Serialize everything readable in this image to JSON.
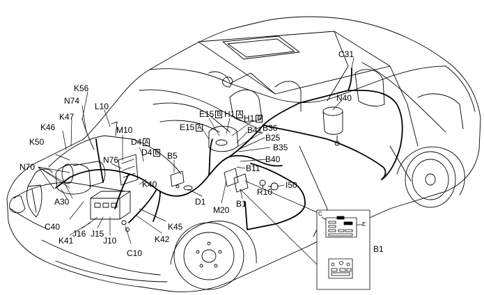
{
  "diagram": {
    "labels": [
      {
        "id": "c31",
        "text": "C31"
      },
      {
        "id": "n40",
        "text": "N40"
      },
      {
        "id": "k56",
        "text": "K56"
      },
      {
        "id": "n74",
        "text": "N74"
      },
      {
        "id": "l10",
        "text": "L10"
      },
      {
        "id": "k47",
        "text": "K47"
      },
      {
        "id": "k46",
        "text": "K46"
      },
      {
        "id": "m10",
        "text": "M10"
      },
      {
        "id": "e15b",
        "text": "E15",
        "box": "B"
      },
      {
        "id": "h1a",
        "text": "H1",
        "box": "A"
      },
      {
        "id": "h1b",
        "text": "H1",
        "box": "B"
      },
      {
        "id": "e15a",
        "text": "E15",
        "box": "A"
      },
      {
        "id": "b41",
        "text": "B41"
      },
      {
        "id": "b36",
        "text": "B36"
      },
      {
        "id": "b25",
        "text": "B25"
      },
      {
        "id": "b35",
        "text": "B35"
      },
      {
        "id": "k50",
        "text": "K50"
      },
      {
        "id": "d4a",
        "text": "D4",
        "box": "A"
      },
      {
        "id": "d4b",
        "text": "D4",
        "box": "B"
      },
      {
        "id": "b5",
        "text": "B5"
      },
      {
        "id": "n70",
        "text": "N70"
      },
      {
        "id": "n76",
        "text": "N76"
      },
      {
        "id": "b40",
        "text": "B40"
      },
      {
        "id": "b11",
        "text": "B11"
      },
      {
        "id": "k40",
        "text": "K40"
      },
      {
        "id": "r10",
        "text": "R10"
      },
      {
        "id": "i50",
        "text": "I50"
      },
      {
        "id": "a30",
        "text": "A30"
      },
      {
        "id": "d1",
        "text": "D1"
      },
      {
        "id": "m20",
        "text": "M20"
      },
      {
        "id": "b1",
        "text": "B1"
      },
      {
        "id": "c40",
        "text": "C40"
      },
      {
        "id": "k45",
        "text": "K45"
      },
      {
        "id": "j16",
        "text": "J16"
      },
      {
        "id": "j15",
        "text": "J15"
      },
      {
        "id": "k41",
        "text": "K41"
      },
      {
        "id": "j10",
        "text": "J10"
      },
      {
        "id": "k42",
        "text": "K42"
      },
      {
        "id": "c10",
        "text": "C10"
      },
      {
        "id": "b1-inset",
        "text": "B1"
      }
    ],
    "inset_labels": {
      "c": "C",
      "e": "E"
    }
  }
}
